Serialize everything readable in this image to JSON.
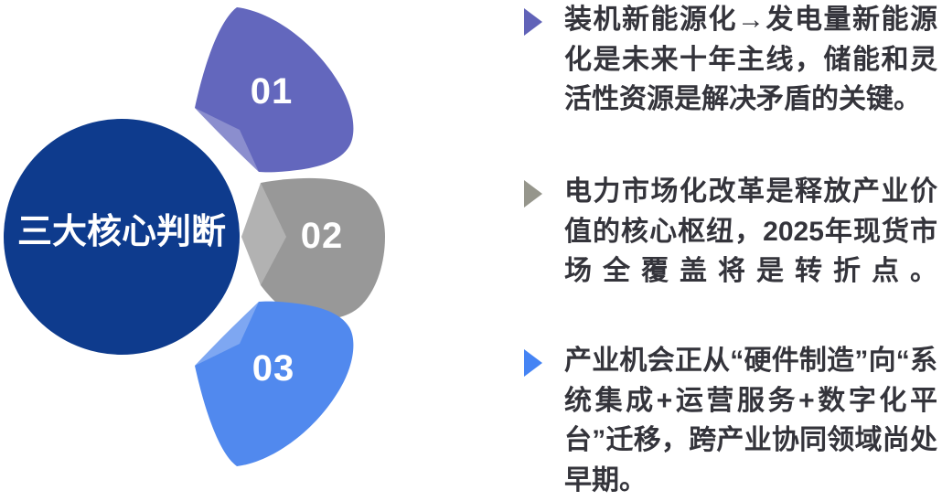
{
  "diagram": {
    "center": {
      "label": "三大核心判断",
      "color": "#0E3B8D",
      "text_color": "#FFFFFF"
    },
    "petals": [
      {
        "number": "01",
        "color": "#6367BD"
      },
      {
        "number": "02",
        "color": "#989898"
      },
      {
        "number": "03",
        "color": "#5189EE"
      }
    ]
  },
  "points": [
    {
      "bullet_color": "#6163B8",
      "text": "装机新能源化→发电量新能源化是未来十年主线，储能和灵活性资源是解决矛盾的关键。"
    },
    {
      "bullet_color": "#96968C",
      "text": "电力市场化改革是释放产业价值的核心枢纽，2025年现货市场全覆盖将是转折点。"
    },
    {
      "bullet_color": "#4584F4",
      "text": "产业机会正从“硬件制造”向“系统集成+运营服务+数字化平台”迁移，跨产业协同领域尚处早期。"
    }
  ]
}
